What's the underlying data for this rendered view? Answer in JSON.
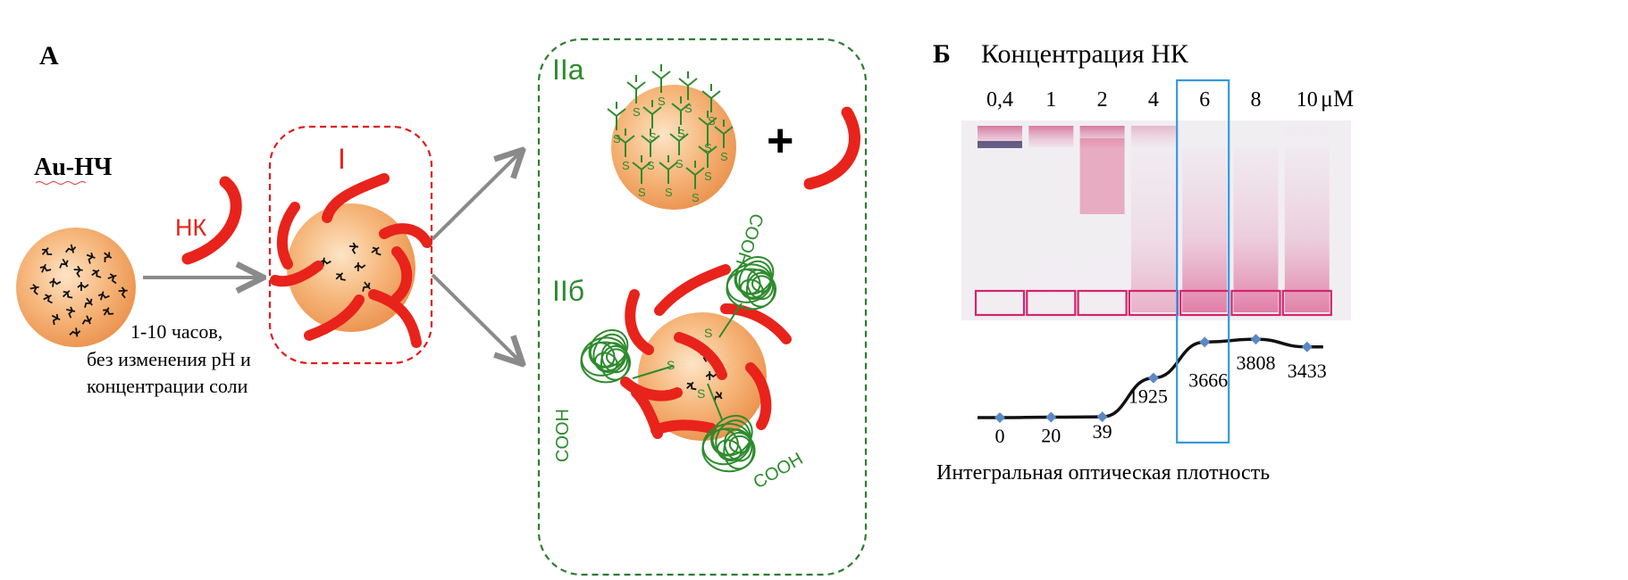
{
  "panelA": {
    "label": "А",
    "np_label": "Au-НЧ",
    "nk_label": "НК",
    "state_I": "I",
    "state_IIa": "IIа",
    "state_IIb": "IIб",
    "conditions": [
      "1-10 часов,",
      "без изменения pH и",
      "концентрации соли"
    ],
    "plus": "+",
    "thiol_letter": "S",
    "cooh": "COOH"
  },
  "panelB": {
    "label": "Б",
    "title": "Концентрация НК",
    "unit": "μМ",
    "caption": "Интегральная оптическая плотность",
    "highlight_lane": 4
  },
  "chart_data": {
    "type": "line",
    "title": "Концентрация НК",
    "xlabel": "",
    "ylabel": "Интегральная оптическая плотность",
    "categories": [
      "0,4",
      "1",
      "2",
      "4",
      "6",
      "8",
      "10"
    ],
    "series": [
      {
        "values": [
          0,
          20,
          39,
          1925,
          3666,
          3808,
          3433
        ]
      }
    ],
    "data_labels": [
      "0",
      "20",
      "39",
      "1925",
      "3666",
      "3808",
      "3433"
    ],
    "ylim": [
      0,
      3900
    ]
  },
  "colors": {
    "red": "#e8231b",
    "green": "#2e8b2e",
    "box_red": "#e11b1b",
    "box_green": "#2e7d32",
    "arrow_gray": "#8a8a8a",
    "highlight_blue": "#3399dd",
    "lane_magenta": "#d4246e",
    "marker_blue": "#5b88c6",
    "gel_bg": "#f1eef2"
  }
}
